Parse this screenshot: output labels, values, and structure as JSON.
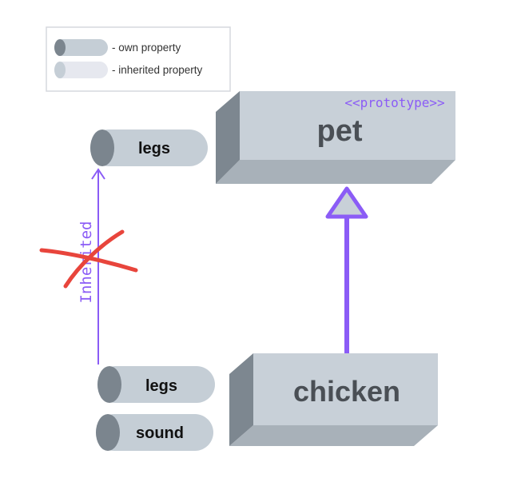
{
  "legend": {
    "own_label": "- own property",
    "inherited_label": "- inherited property"
  },
  "pet": {
    "name": "pet",
    "stereotype": "<<prototype>>"
  },
  "chicken": {
    "name": "chicken"
  },
  "pet_properties": [
    "legs"
  ],
  "chicken_properties": [
    "legs",
    "sound"
  ],
  "inherited_arrow_label": "Inherited",
  "colors": {
    "box_face": "#c8d0d8",
    "box_side": "#7d8790",
    "box_bottom": "#a8b1b9",
    "cylinder_body": "#c5ced6",
    "cylinder_end": "#7b858e",
    "inherited_fill": "#e6e8ef",
    "accent_purple": "#8b5cf6",
    "cross_red": "#e8453c",
    "text_dark": "#4a4f55"
  }
}
